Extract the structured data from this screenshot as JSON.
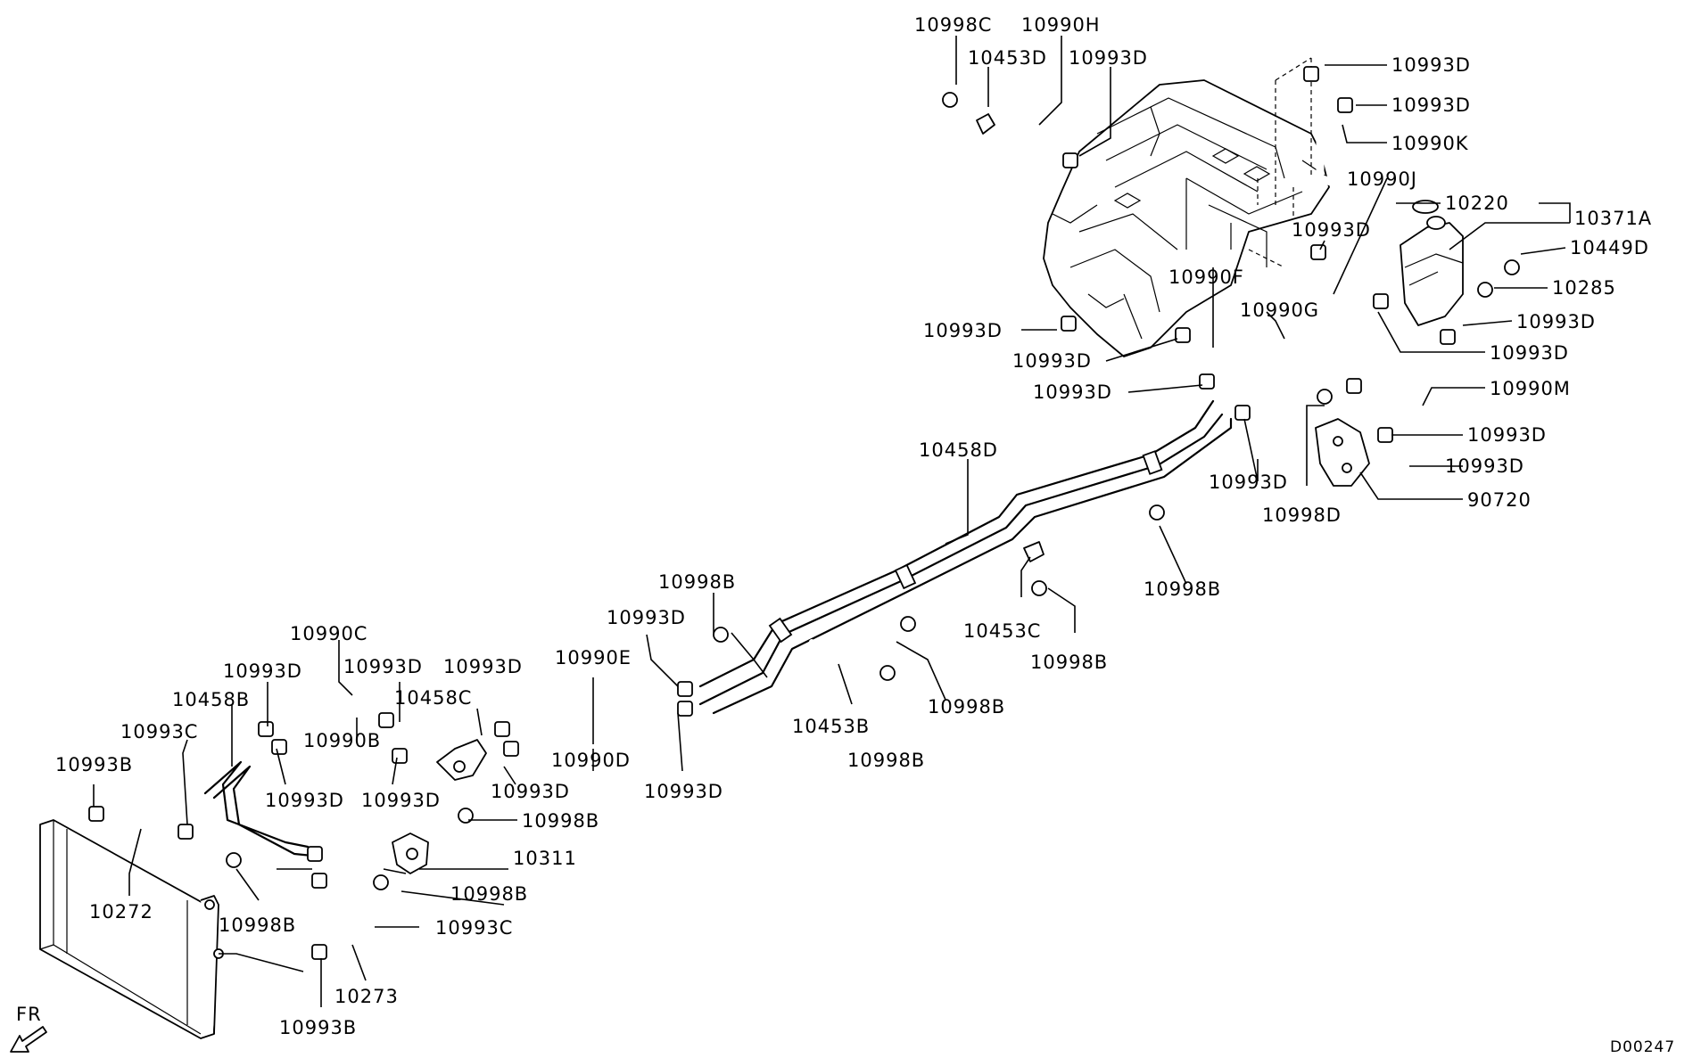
{
  "diagram_id": "D00247",
  "orientation_label": "FR",
  "callouts": {
    "c_10998C": "10998C",
    "c_10990H": "10990H",
    "c_10453D": "10453D",
    "c_10993D_top": "10993D",
    "c_10993D_r1": "10993D",
    "c_10993D_r2": "10993D",
    "c_10990K": "10990K",
    "c_10990J": "10990J",
    "c_10220": "10220",
    "c_10371A": "10371A",
    "c_10993D_mid": "10993D",
    "c_10449D": "10449D",
    "c_10285": "10285",
    "c_10990F": "10990F",
    "c_10990G": "10990G",
    "c_10993D_tank": "10993D",
    "c_10993D_left": "10993D",
    "c_10993D_right2": "10993D",
    "c_10993D_c1": "10993D",
    "c_10993D_c2": "10993D",
    "c_10990M": "10990M",
    "c_10993D_p1": "10993D",
    "c_10993D_p2": "10993D",
    "c_10458D": "10458D",
    "c_10993D_q": "10993D",
    "c_10998D": "10998D",
    "c_90720": "90720",
    "c_10998B_a": "10998B",
    "c_10998B_b": "10998B",
    "c_10993D_e": "10993D",
    "c_10453C": "10453C",
    "c_10998B_c": "10998B",
    "c_10990C": "10990C",
    "c_10990E": "10990E",
    "c_10993D_f": "10993D",
    "c_10993D_g": "10993D",
    "c_10993D_h": "10993D",
    "c_10458B": "10458B",
    "c_10458C": "10458C",
    "c_10998B_d": "10998B",
    "c_10453B": "10453B",
    "c_10993C_a": "10993C",
    "c_10990B": "10990B",
    "c_10990D": "10990D",
    "c_10993D_i": "10993D",
    "c_10993B_a": "10993B",
    "c_10993D_j": "10993D",
    "c_10993D_k": "10993D",
    "c_10993D_l": "10993D",
    "c_10998B_e": "10998B",
    "c_10998B_f": "10998B",
    "c_10311": "10311",
    "c_10272": "10272",
    "c_10998B_g": "10998B",
    "c_10998B_h": "10998B",
    "c_10993C_b": "10993C",
    "c_10273": "10273",
    "c_10993B_b": "10993B"
  }
}
